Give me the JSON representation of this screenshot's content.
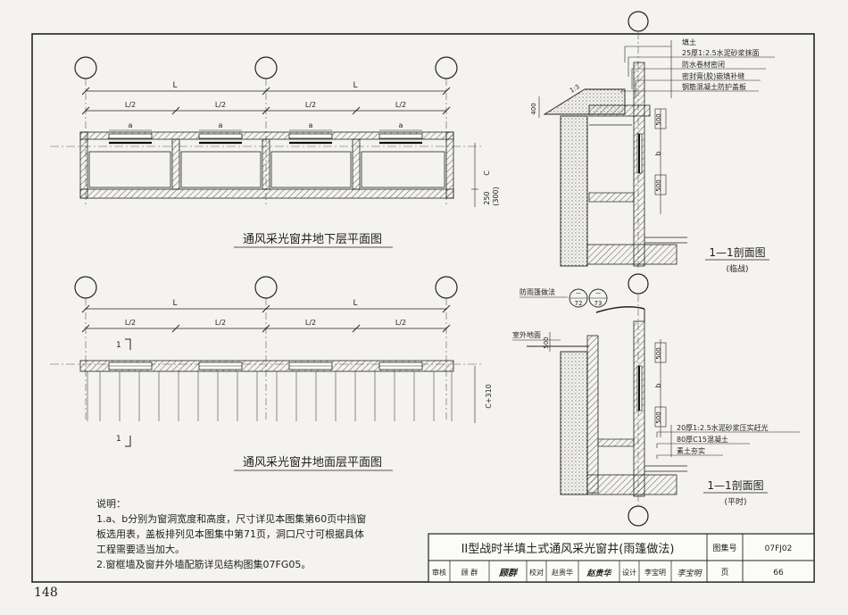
{
  "page_number": "148",
  "plans": {
    "basement_title": "通风采光窗井地下层平面图",
    "ground_title": "通风采光窗井地面层平面图",
    "dim_L": "L",
    "dim_half": "L/2",
    "dim_a": "a",
    "dim_c": "C",
    "dim_250": "250",
    "dim_300": "(300)",
    "dim_c310": "C+310",
    "section_mark": "1"
  },
  "section_top": {
    "callouts": [
      "填土",
      "25厚1:2.5水泥砂浆抹面",
      "防水卷材密闭",
      "密封膏(胶)嵌填补缝",
      "钢筋混凝土防护盖板"
    ],
    "slope": "1:3",
    "dim_400": "400",
    "dim_500a": "500",
    "dim_b": "b",
    "dim_500b": "500",
    "title": "1—1剖面图",
    "subtitle": "(临战)"
  },
  "section_bottom": {
    "canopy_label": "防雨篷做法",
    "ref1_top": "一",
    "ref1_bot": "72",
    "ref2_top": "一",
    "ref2_bot": "73",
    "ground_label": "室外地面",
    "dim_500g": "500",
    "dim_500a": "500",
    "dim_b": "b",
    "dim_500b": "500",
    "callouts": [
      "20厚1:2.5水泥砂浆压实赶光",
      "80厚C15混凝土",
      "素土夯实"
    ],
    "title": "1—1剖面图",
    "subtitle": "(平时)"
  },
  "notes": {
    "heading": "说明：",
    "line1": "1.a、b分别为窗洞宽度和高度，尺寸详见本图集第60页中挡窗",
    "line2": "板选用表，盖板排列见本图集中第71页，洞口尺寸可根据具体",
    "line3": "工程需要适当加大。",
    "line4": "2.窗框墙及窗井外墙配筋详见结构图集07FG05。"
  },
  "title_block": {
    "title": "II型战时半填土式通风采光窗井(雨篷做法)",
    "atlas_label": "图集号",
    "atlas_no": "07FJ02",
    "page_label": "页",
    "page_no": "66",
    "review_label": "审核",
    "reviewer": "顾 群",
    "reviewer_sig": "顾群",
    "check_label": "校对",
    "checker": "赵贵华",
    "checker_sig": "赵贵华",
    "design_label": "设计",
    "designer": "李宝明",
    "designer_sig": "李宝明"
  }
}
